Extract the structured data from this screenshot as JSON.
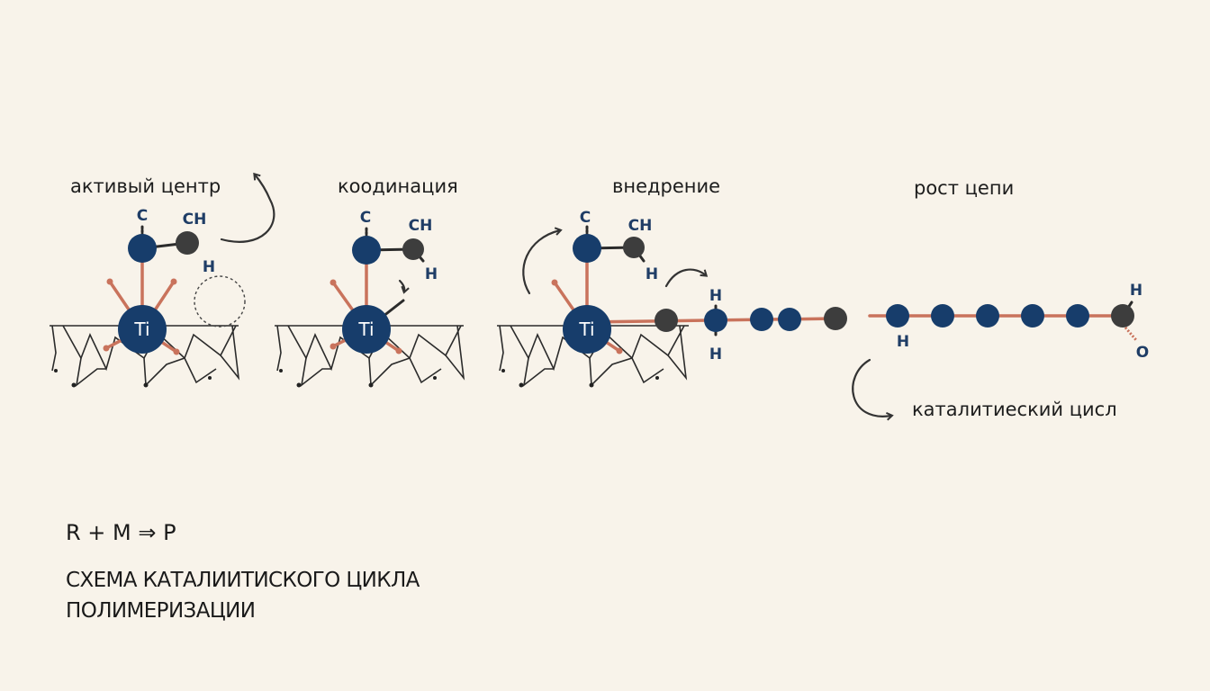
{
  "stages": {
    "active_center": "активый центр",
    "coordination": "коодинация",
    "insertion": "внедрение",
    "chain_growth": "рост цепи"
  },
  "catalytic_cycle_label": "каталитиеский цисл",
  "atoms": {
    "ti": "Ti",
    "c": "C",
    "ch": "CH",
    "h": "H",
    "o": "O"
  },
  "equation": "R + M ⇒ P",
  "caption": {
    "line1": "СХЕМА КАТАЛИИТИСКОГО ЦИКЛА",
    "line2": "ПОЛИМЕРИЗАЦИИ"
  },
  "colors": {
    "background": "#f8f3ea",
    "atom_blue": "#173d6b",
    "atom_grey": "#3d3d3d",
    "bond_red": "#c9735c"
  }
}
